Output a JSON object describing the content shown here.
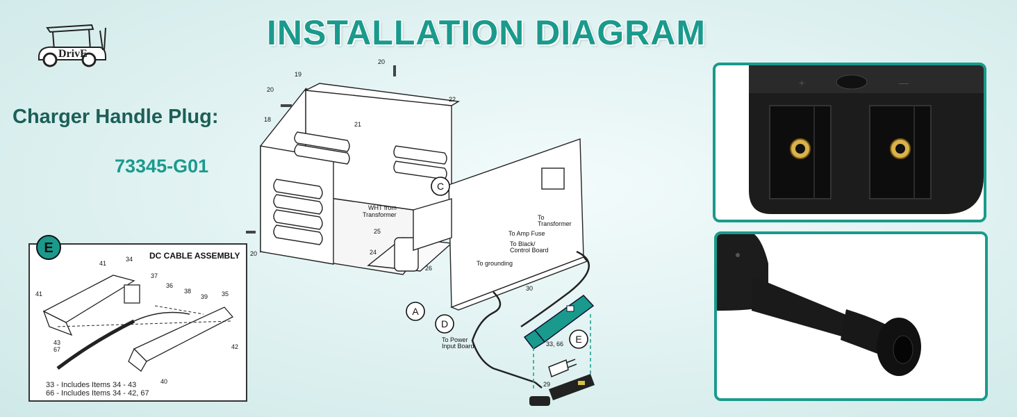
{
  "title": "INSTALLATION DIAGRAM",
  "plug_label": "Charger Handle Plug:",
  "part_number": "73345-G01",
  "logo_text": "DrivE",
  "diagram": {
    "callouts": [
      "A",
      "C",
      "D",
      "E"
    ],
    "part_numbers": [
      "18",
      "19",
      "20",
      "20",
      "20",
      "21",
      "22",
      "24",
      "25",
      "26",
      "29",
      "30",
      "33, 66"
    ],
    "labels": {
      "wht": "WHT from",
      "wht2": "Transformer",
      "to_transformer": "To",
      "to_transformer2": "Transformer",
      "to_amp_fuse": "To Amp Fuse",
      "to_black": "To Black/",
      "to_black2": "Control Board",
      "to_grounding": "To grounding",
      "to_power": "To Power",
      "to_power2": "Input Board"
    }
  },
  "inset": {
    "badge": "E",
    "title": "DC CABLE ASSEMBLY",
    "numbers": [
      "41",
      "34",
      "37",
      "36",
      "38",
      "39",
      "35",
      "41",
      "43",
      "67",
      "42",
      "40"
    ],
    "note1": "33 - Includes Items 34 - 43",
    "note2": "66 - Includes Items 34 - 42, 67"
  },
  "photos": [
    {
      "name": "connector-face",
      "marks": [
        "+",
        "—"
      ]
    },
    {
      "name": "handle-plug-side"
    }
  ],
  "colors": {
    "accent": "#1a9a8c",
    "dark_text": "#1c5f57"
  }
}
